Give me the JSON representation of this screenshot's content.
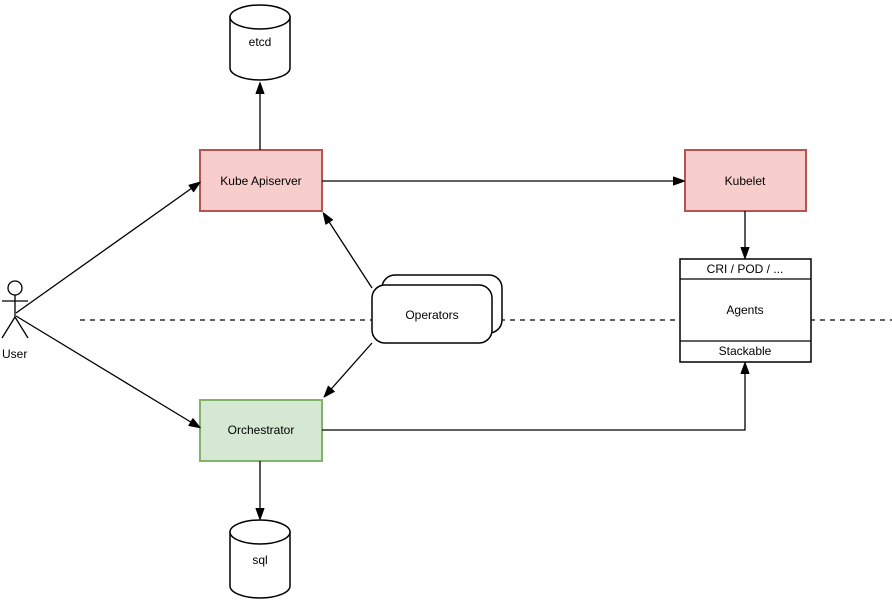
{
  "diagram": {
    "background": "#ffffff",
    "colors": {
      "control_plane_fill": "#f8cecc",
      "control_plane_stroke": "#b85450",
      "orchestrator_fill": "#d5e8d4",
      "orchestrator_stroke": "#82b366",
      "shape_stroke": "#000000",
      "line_color": "#000000"
    },
    "nodes": {
      "etcd": {
        "label": "etcd",
        "shape": "cylinder"
      },
      "kube_apiserver": {
        "label": "Kube Apiserver",
        "shape": "rectangle"
      },
      "kubelet": {
        "label": "Kubelet",
        "shape": "rectangle"
      },
      "operators": {
        "label": "Operators",
        "shape": "stacked-rounded-rectangle"
      },
      "agents": {
        "header": "CRI / POD / ...",
        "label": "Agents",
        "footer": "Stackable",
        "shape": "list-box"
      },
      "orchestrator": {
        "label": "Orchestrator",
        "shape": "rectangle"
      },
      "sql": {
        "label": "sql",
        "shape": "cylinder"
      },
      "user": {
        "label": "User",
        "shape": "actor"
      }
    },
    "edges": [
      {
        "from": "user",
        "to": "kube_apiserver",
        "directed": true
      },
      {
        "from": "user",
        "to": "orchestrator",
        "directed": true
      },
      {
        "from": "kube_apiserver",
        "to": "etcd",
        "directed": true
      },
      {
        "from": "kube_apiserver",
        "to": "kubelet",
        "directed": true
      },
      {
        "from": "kubelet",
        "to": "agents",
        "directed": true
      },
      {
        "from": "operators",
        "to": "kube_apiserver",
        "directed": true
      },
      {
        "from": "operators",
        "to": "orchestrator",
        "directed": true
      },
      {
        "from": "orchestrator",
        "to": "agents",
        "directed": true
      },
      {
        "from": "orchestrator",
        "to": "sql",
        "directed": true
      }
    ],
    "separator": {
      "style": "dashed",
      "orientation": "horizontal"
    }
  }
}
